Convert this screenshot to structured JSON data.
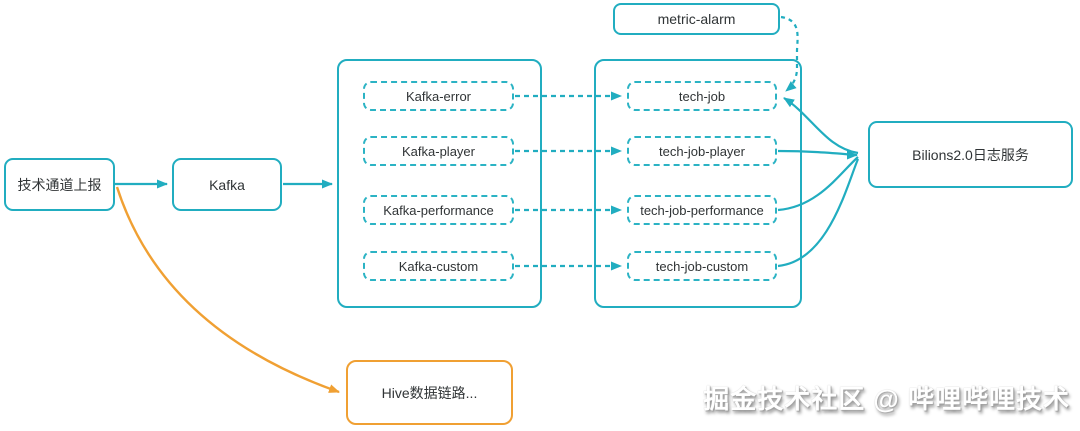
{
  "diagram": {
    "title": "log pipeline diagram",
    "watermark": "掘金技术社区 @ 哔哩哔哩技术",
    "colors": {
      "teal": "#21adc0",
      "orange": "#f0a033",
      "text": "#303436"
    },
    "nodes": {
      "report": {
        "label": "技术通道上报"
      },
      "kafka": {
        "label": "Kafka"
      },
      "metric_alarm": {
        "label": "metric-alarm"
      },
      "bilions": {
        "label": "Bilions2.0日志服务"
      },
      "hive": {
        "label": "Hive数据链路..."
      },
      "kafka_topics": [
        {
          "label": "Kafka-error"
        },
        {
          "label": "Kafka-player"
        },
        {
          "label": "Kafka-performance"
        },
        {
          "label": "Kafka-custom"
        }
      ],
      "tech_jobs": [
        {
          "label": "tech-job"
        },
        {
          "label": "tech-job-player"
        },
        {
          "label": "tech-job-performance"
        },
        {
          "label": "tech-job-custom"
        }
      ]
    },
    "edges": {
      "report_to_kafka": "solid",
      "kafka_to_topics": "solid",
      "topic_to_job": "dashed",
      "jobs_to_bilions": "solid",
      "metric_alarm_to_tech_job": "dashed",
      "report_to_hive": "solid-orange"
    }
  }
}
